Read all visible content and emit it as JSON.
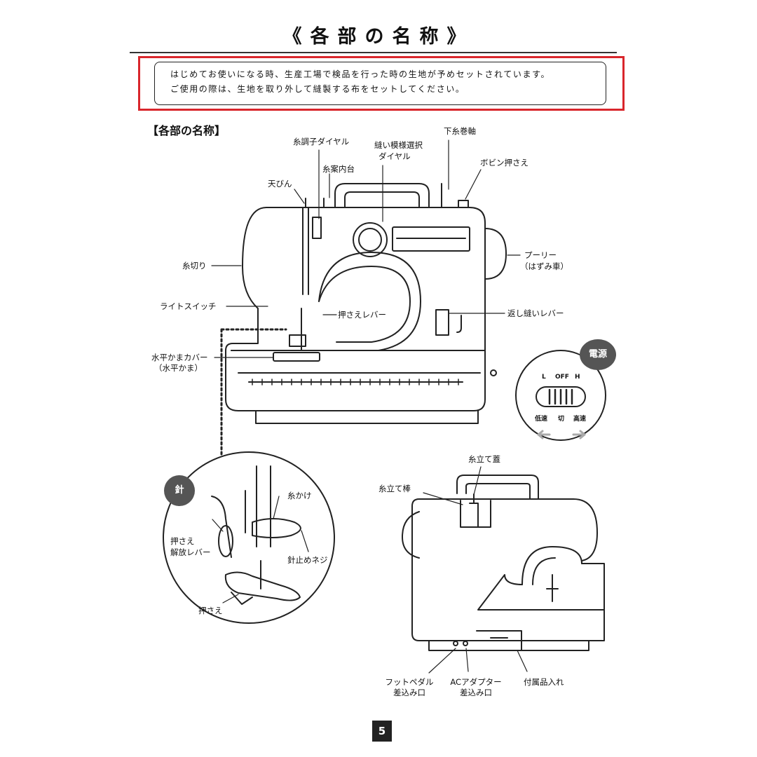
{
  "header": {
    "title": "《各部の名称》"
  },
  "notice": {
    "line1": "はじめてお使いになる時、生産工場で検品を行った時の生地が予めセットされています。",
    "line2": "ご使用の際は、生地を取り外して縫製する布をセットしてください。"
  },
  "section": {
    "heading": "【各部の名称】"
  },
  "labels": {
    "thread_tension_dial": "糸調子ダイヤル",
    "stitch_select_dial_1": "縫い模様選択",
    "stitch_select_dial_2": "ダイヤル",
    "bobbin_winder": "下糸巻軸",
    "thread_guide": "糸案内台",
    "bobbin_stopper": "ボビン押さえ",
    "take_up_lever": "天びん",
    "thread_cutter": "糸切り",
    "pulley_1": "プーリー",
    "pulley_2": "（はずみ車）",
    "light_switch": "ライトスイッチ",
    "presser_lever": "押さえレバー",
    "reverse_lever": "返し縫いレバー",
    "bobbin_cover_1": "水平かまカバー",
    "bobbin_cover_2": "（水平かま）",
    "thread_hook": "糸かけ",
    "presser_release_1": "押さえ",
    "presser_release_2": "解放レバー",
    "needle_screw": "針止めネジ",
    "presser_foot": "押さえ",
    "spool_cap": "糸立て蓋",
    "spool_pin": "糸立て棒",
    "foot_pedal_jack_1": "フットペダル",
    "foot_pedal_jack_2": "差込み口",
    "ac_adapter_jack_1": "ACアダプター",
    "ac_adapter_jack_2": "差込み口",
    "accessory_box": "付属品入れ"
  },
  "power": {
    "badge": "電源",
    "l": "L",
    "off": "OFF",
    "h": "H",
    "low": "低速",
    "cut": "切",
    "high": "高速"
  },
  "needle_badge": "針",
  "page_number": "5"
}
